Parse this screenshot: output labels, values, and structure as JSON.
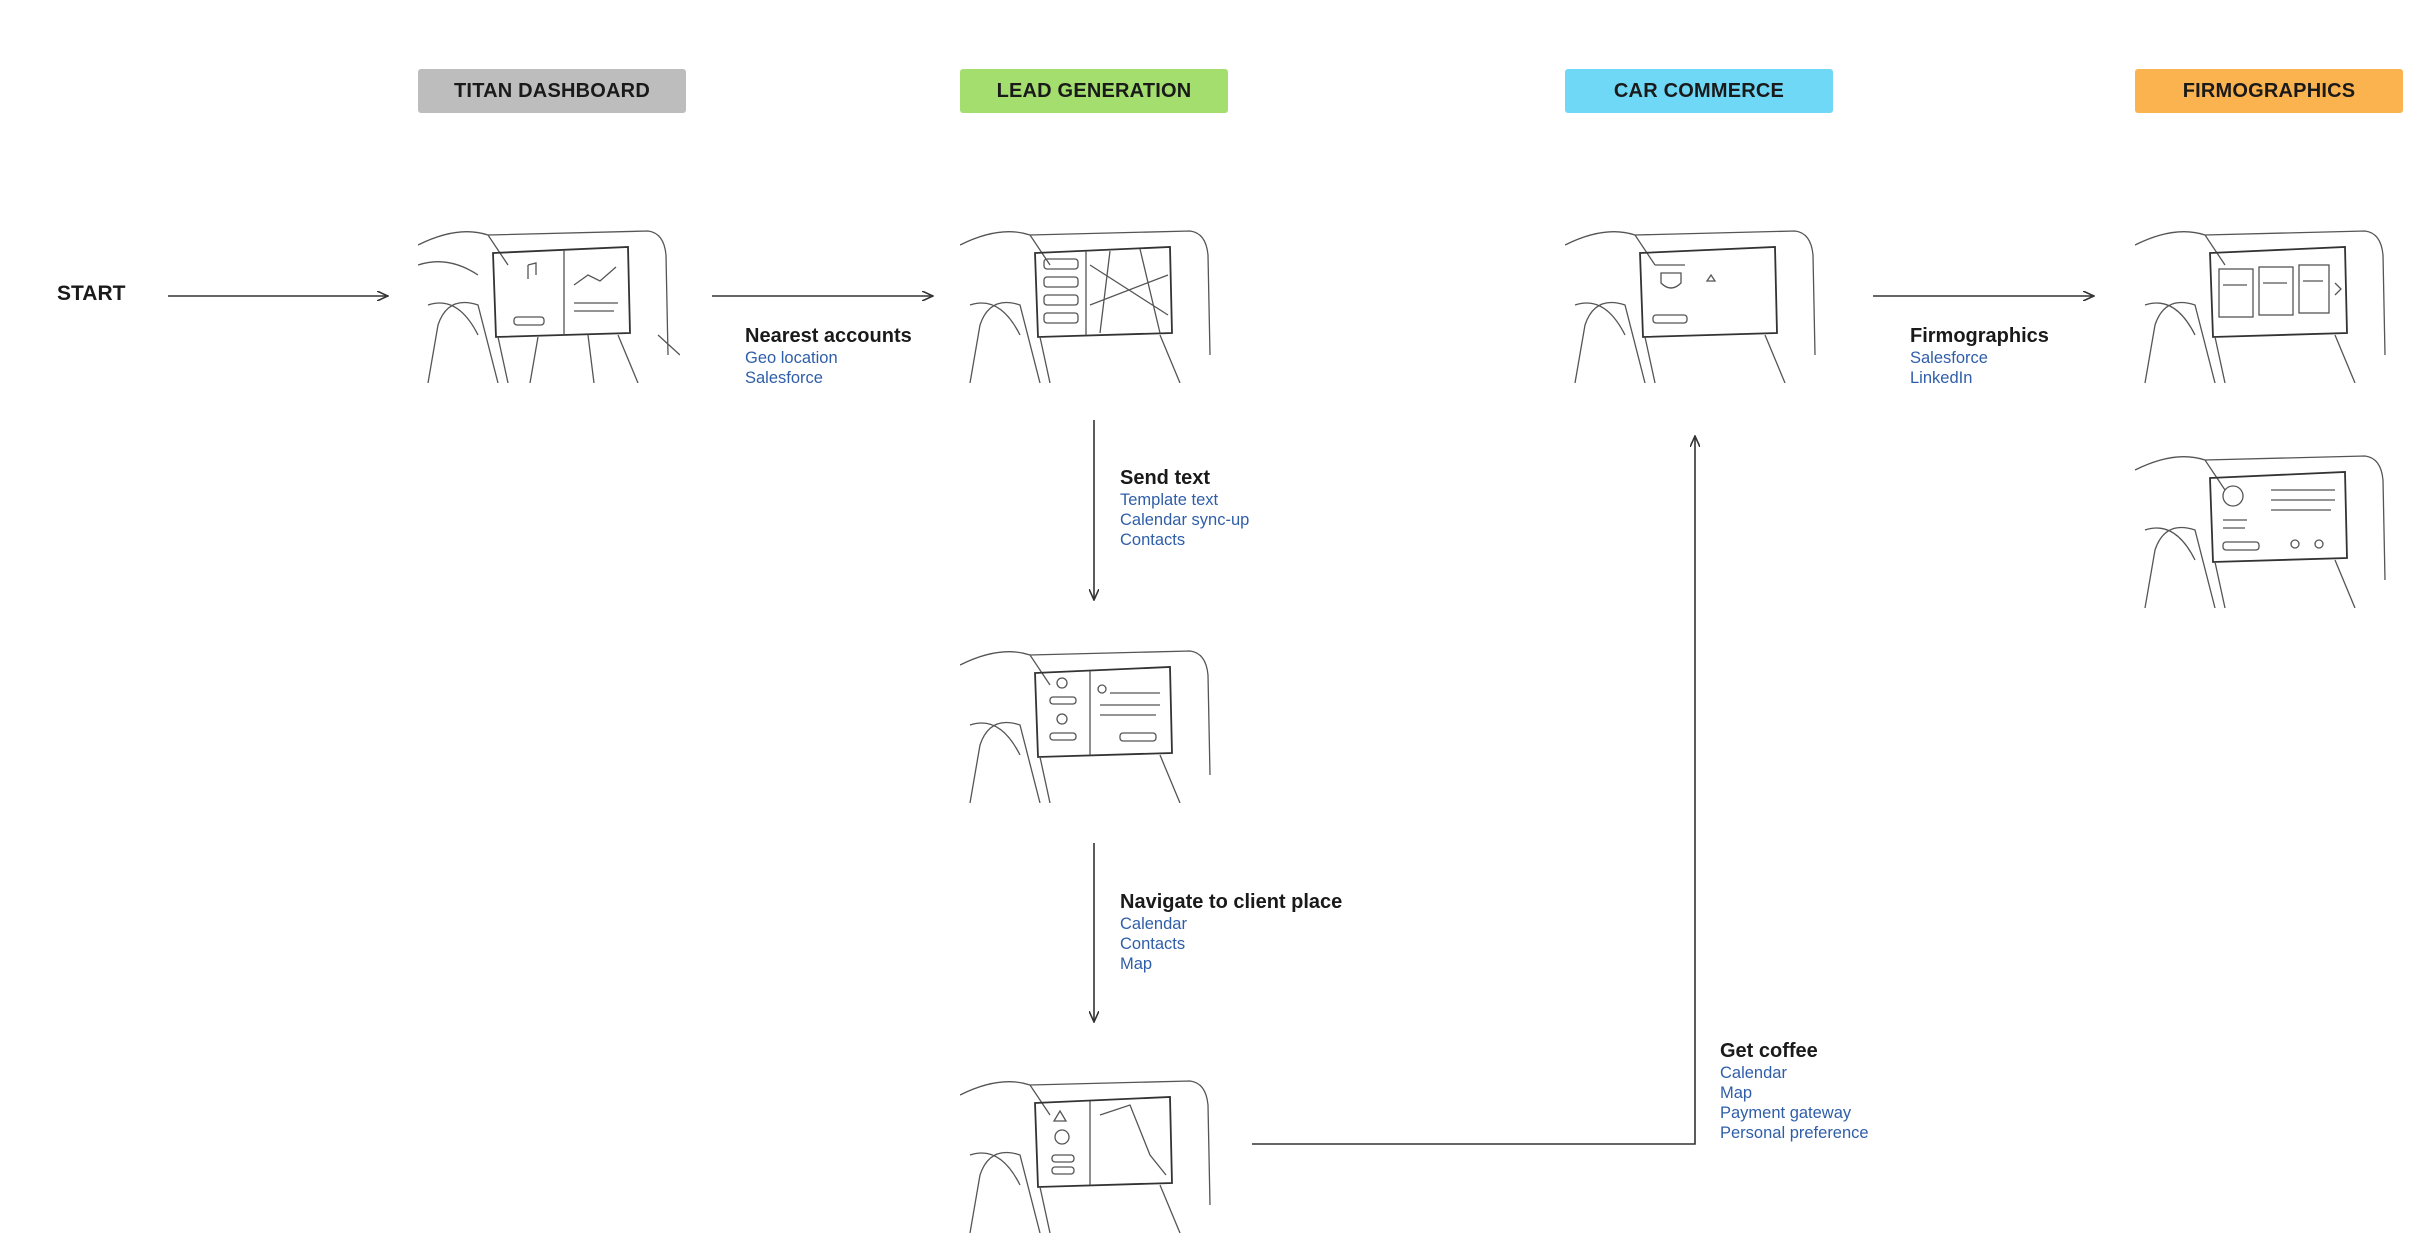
{
  "colors": {
    "titan": "#bdbdbd",
    "lead": "#a3de6e",
    "commerce": "#6fd8f7",
    "firmographics": "#fbb34f",
    "link": "#2f5ea8",
    "line": "#333333"
  },
  "headers": {
    "titan": "TITAN DASHBOARD",
    "lead": "LEAD GENERATION",
    "commerce": "CAR COMMERCE",
    "firmographics": "FIRMOGRAPHICS"
  },
  "start": "START",
  "steps": {
    "nearest": {
      "title": "Nearest accounts",
      "items": [
        "Geo location",
        "Salesforce"
      ]
    },
    "send_text": {
      "title": "Send text",
      "items": [
        "Template text",
        "Calendar sync-up",
        "Contacts"
      ]
    },
    "navigate": {
      "title": "Navigate to client place",
      "items": [
        "Calendar",
        "Contacts",
        "Map"
      ]
    },
    "coffee": {
      "title": "Get coffee",
      "items": [
        "Calendar",
        "Map",
        "Payment gateway",
        "Personal preference"
      ]
    },
    "firmo": {
      "title": "Firmographics",
      "items": [
        "Salesforce",
        "LinkedIn"
      ]
    }
  },
  "sketches": [
    "car-dashboard-music-sketch",
    "car-dashboard-map-sketch",
    "car-dashboard-contacts-sketch",
    "car-dashboard-navigation-sketch",
    "car-dashboard-coffee-sketch",
    "car-dashboard-firmographics-sketch",
    "car-dashboard-profile-sketch"
  ]
}
